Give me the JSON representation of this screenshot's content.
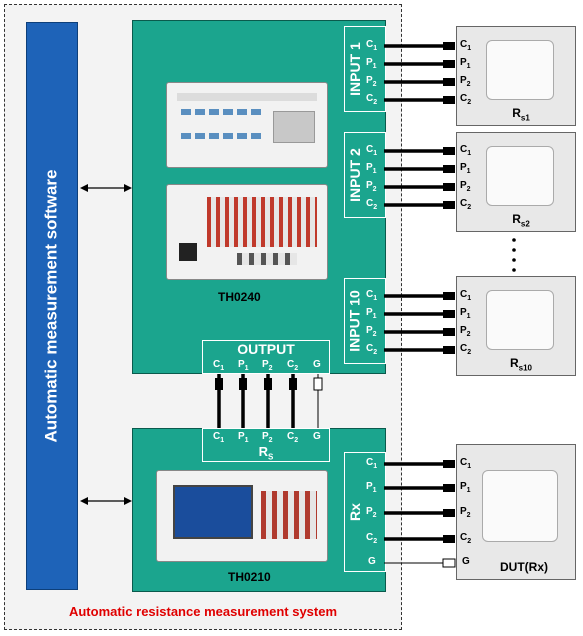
{
  "software": {
    "label": "Automatic measurement software"
  },
  "devices": {
    "scanner": {
      "label": "TH0240"
    },
    "bridge": {
      "label": "TH0210"
    }
  },
  "inputs": [
    {
      "label": "INPUT  1"
    },
    {
      "label": "INPUT  2"
    },
    {
      "label": "INPUT  10"
    }
  ],
  "output": {
    "label": "OUTPUT"
  },
  "rx_label": "Rx",
  "rs_label": "RS",
  "pins": {
    "c1_main": "C",
    "c1_sub": "1",
    "p1_main": "P",
    "p1_sub": "1",
    "p2_main": "P",
    "p2_sub": "2",
    "c2_main": "C",
    "c2_sub": "2",
    "g": "G"
  },
  "resistors": [
    {
      "main": "R",
      "sub": "s1"
    },
    {
      "main": "R",
      "sub": "s2"
    },
    {
      "main": "R",
      "sub": "s10"
    }
  ],
  "dut": {
    "label": "DUT(Rx)"
  },
  "ellipsis": "⋮",
  "footer": "Automatic resistance measurement  system",
  "colors": {
    "software": "#1e63b8",
    "instrument": "#1ba58e",
    "footer_text": "#e00000"
  }
}
